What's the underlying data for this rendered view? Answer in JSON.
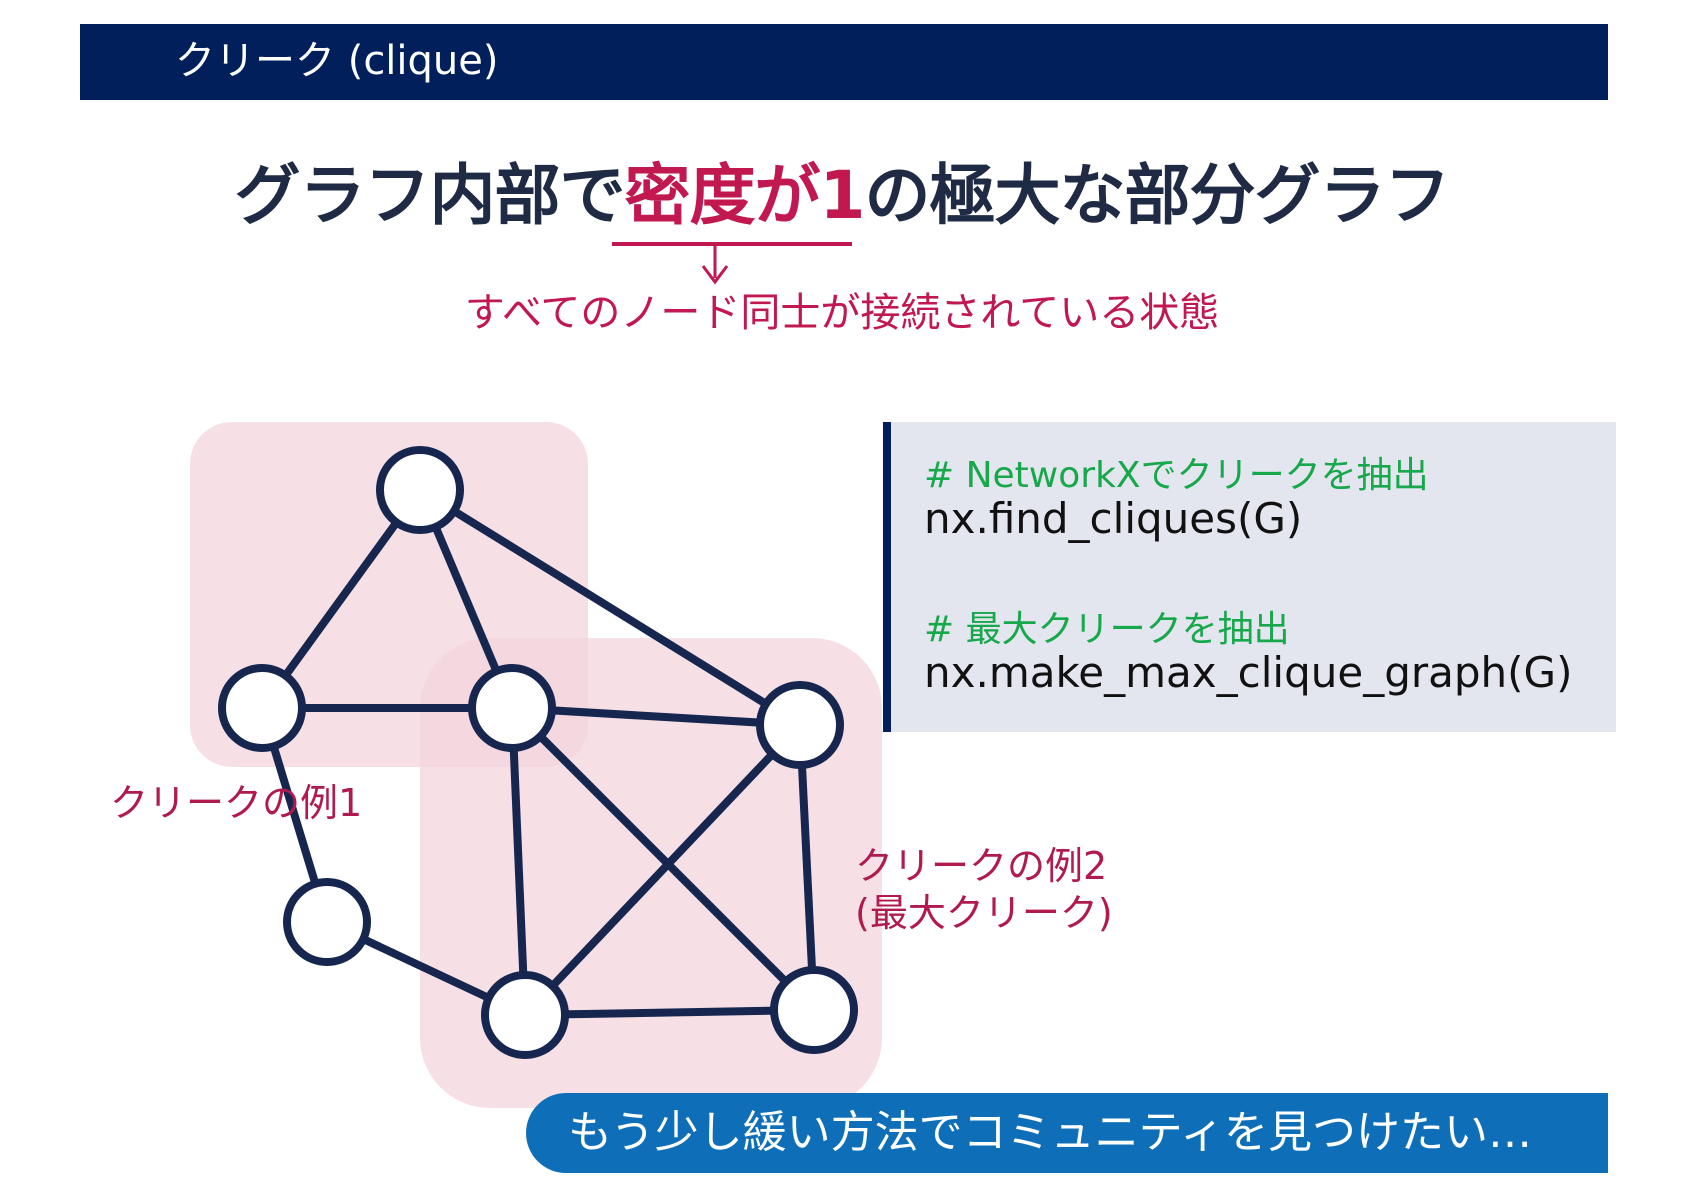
{
  "header": {
    "title": "クリーク (clique)"
  },
  "headline": {
    "part1": "グラフ内部で",
    "highlight": "密度が1",
    "part2": "の極大な部分グラフ"
  },
  "note": "すべてのノード同士が接続されている状態",
  "code": {
    "comment1": "# NetworkXでクリークを抽出",
    "line1": "nx.find_cliques(G)",
    "comment2": "# 最大クリークを抽出",
    "line2": "nx.make_max_clique_graph(G)"
  },
  "diagram": {
    "clique1_label": "クリークの例1",
    "clique2_label_line1": "クリークの例2",
    "clique2_label_line2": "(最大クリーク)",
    "nodes": [
      "n-top",
      "n-left",
      "n-center",
      "n-right",
      "n-lower-left",
      "n-bottom-mid",
      "n-bottom-right"
    ],
    "edges": [
      [
        "n-top",
        "n-left"
      ],
      [
        "n-top",
        "n-center"
      ],
      [
        "n-top",
        "n-right"
      ],
      [
        "n-left",
        "n-center"
      ],
      [
        "n-left",
        "n-lower-left"
      ],
      [
        "n-center",
        "n-right"
      ],
      [
        "n-center",
        "n-bottom-mid"
      ],
      [
        "n-center",
        "n-bottom-right"
      ],
      [
        "n-right",
        "n-bottom-mid"
      ],
      [
        "n-right",
        "n-bottom-right"
      ],
      [
        "n-lower-left",
        "n-bottom-mid"
      ],
      [
        "n-bottom-mid",
        "n-bottom-right"
      ]
    ],
    "colors": {
      "edge": "#16264f",
      "highlight": "#f3d4dc",
      "label": "#b01a4f"
    }
  },
  "banner": {
    "text": "もう少し緩い方法でコミュニティを見つけたい…"
  }
}
